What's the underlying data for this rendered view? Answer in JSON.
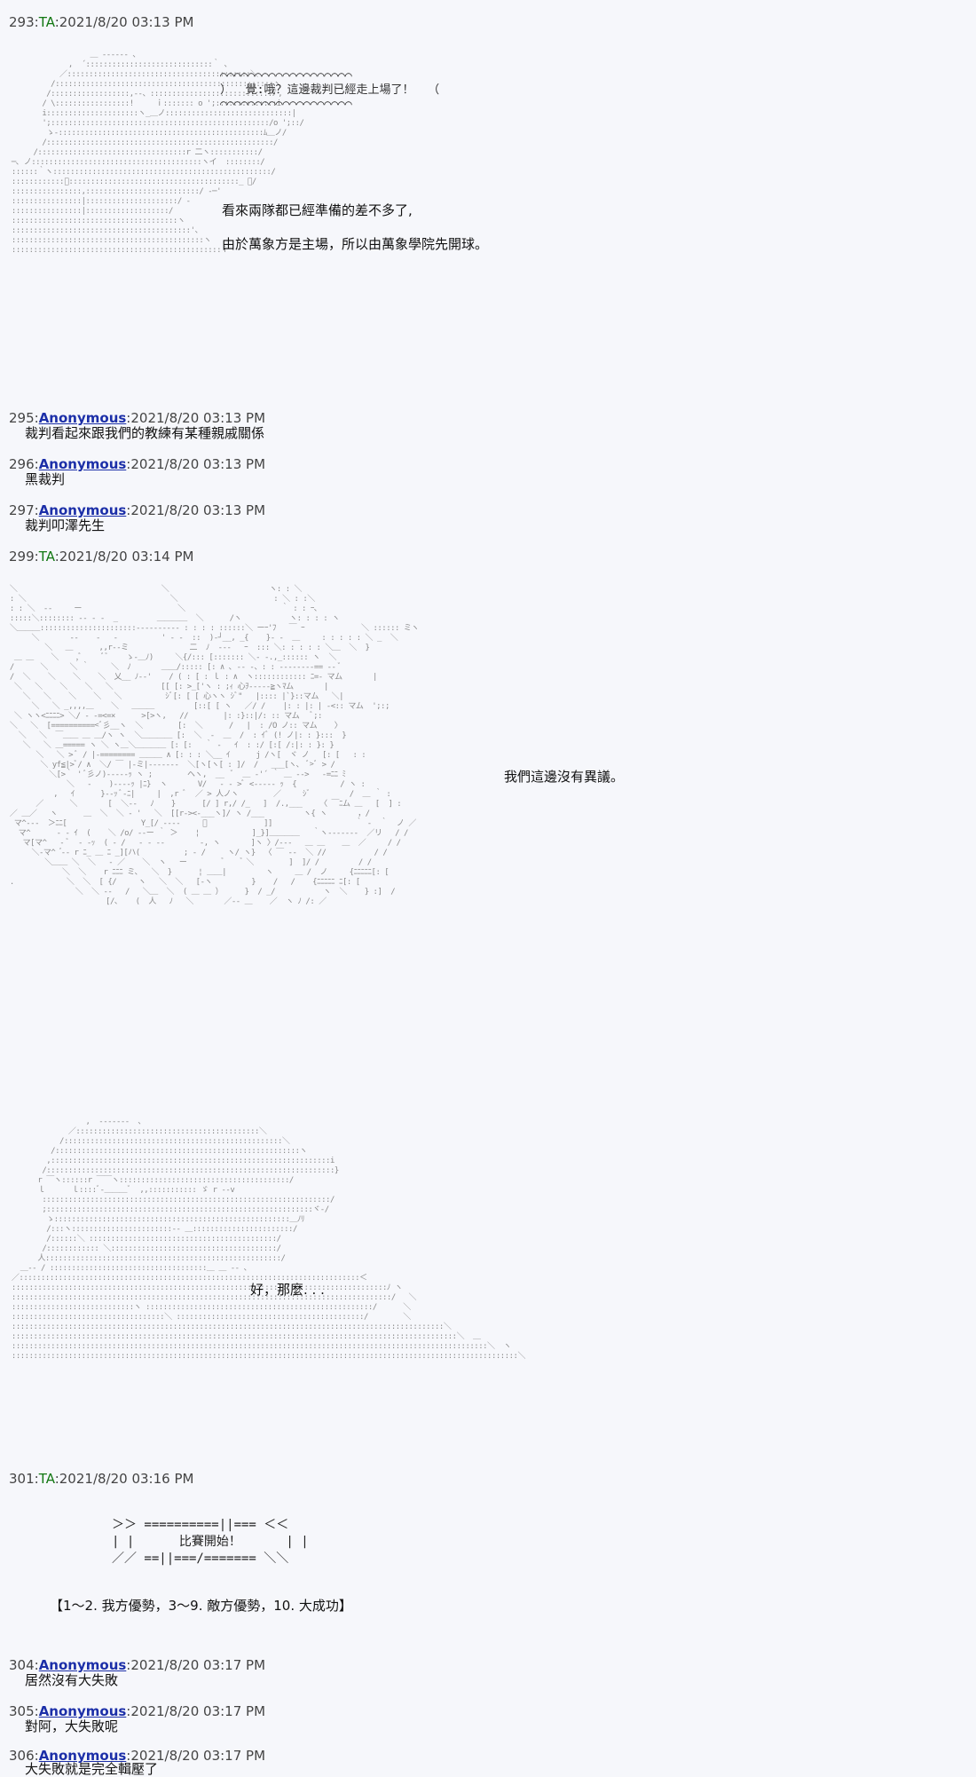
{
  "posts": [
    {
      "num": "293",
      "name": "TA",
      "date": "2021/8/20 03:13 PM"
    },
    {
      "num": "295",
      "name": "Anonymous",
      "date": "2021/8/20 03:13 PM",
      "body": "裁判看起來跟我們的教練有某種親戚關係"
    },
    {
      "num": "296",
      "name": "Anonymous",
      "date": "2021/8/20 03:13 PM",
      "body": "黑裁判"
    },
    {
      "num": "297",
      "name": "Anonymous",
      "date": "2021/8/20 03:13 PM",
      "body": "裁判叩澤先生"
    },
    {
      "num": "299",
      "name": "TA",
      "date": "2021/8/20 03:14 PM"
    },
    {
      "num": "301",
      "name": "TA",
      "date": "2021/8/20 03:16 PM"
    },
    {
      "num": "304",
      "name": "Anonymous",
      "date": "2021/8/20 03:17 PM",
      "body": "居然沒有大失敗"
    },
    {
      "num": "305",
      "name": "Anonymous",
      "date": "2021/8/20 03:17 PM",
      "body": "對阿，大失敗呢"
    },
    {
      "num": "306",
      "name": "Anonymous",
      "date": "2021/8/20 03:17 PM",
      "body": "大失敗就是完全輯壓了"
    }
  ],
  "p293": {
    "bubble_top": "⌒⌒⌒⌒⌒⌒⌒⌒⌒⌒⌒⌒⌒⌒⌒⌒⌒⌒⌒",
    "bubble_text": "）  覺:哦？這邊裁判已經走上場了！  （",
    "bubble_bottom": "⌒⌒⌒⌒⌒⌒⌒⌒⌒⌒⌒⌒⌒⌒⌒⌒⌒⌒⌒",
    "line1": "看來兩隊都已經準備的差不多了,",
    "line2": "由於萬象方是主場，所以由萬象學院先開球。"
  },
  "p299": {
    "line1": "我們這邊沒有異議。"
  },
  "p299b": {
    "line1": "好，那麼. . ."
  },
  "p301": {
    "box_top": "＞＞ ==========||=== ＜＜",
    "box_mid": "| |      比賽開始！      | |",
    "box_bot": "／／ ==||===/======= ＼＼",
    "result": "【1～2. 我方優勢，3～9. 敵方優勢，10. 大成功】"
  },
  "sep": ":"
}
